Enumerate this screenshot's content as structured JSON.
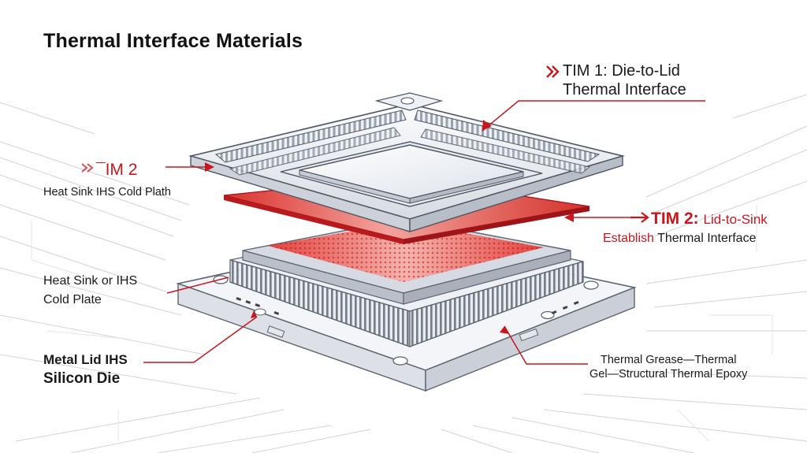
{
  "title": "Thermal Interface Materials",
  "labels": {
    "tim1_line1": "TIM 1: Die-to-Lid",
    "tim1_line2": "Thermal Interface",
    "tim2_left_heading": "¯IM 2",
    "tim2_left_caption": "Heat Sink IHS Cold Plath",
    "tim2_right_heading": "TIM 2:",
    "tim2_right_heading_tail": "Lid-to-Sink",
    "tim2_right_caption_red": "Establish",
    "tim2_right_caption_rest": "Thermal Interface",
    "heat_sink_line1": "Heat Sink or IHS",
    "heat_sink_line2": "Cold Plate",
    "metal_lid": "Metal Lid IHS",
    "silicon_die": "Silicon Die",
    "grease_line1": "Thermal Grease—Thermal",
    "grease_line2": "Gel—Structural Thermal Epoxy"
  },
  "colors": {
    "accent_red": "#c8161d",
    "tim_pad": "#e0302c",
    "metal_light": "#f1f3f6",
    "metal_mid": "#c9ced6",
    "outline": "#5c6470",
    "background": "#ffffff"
  }
}
